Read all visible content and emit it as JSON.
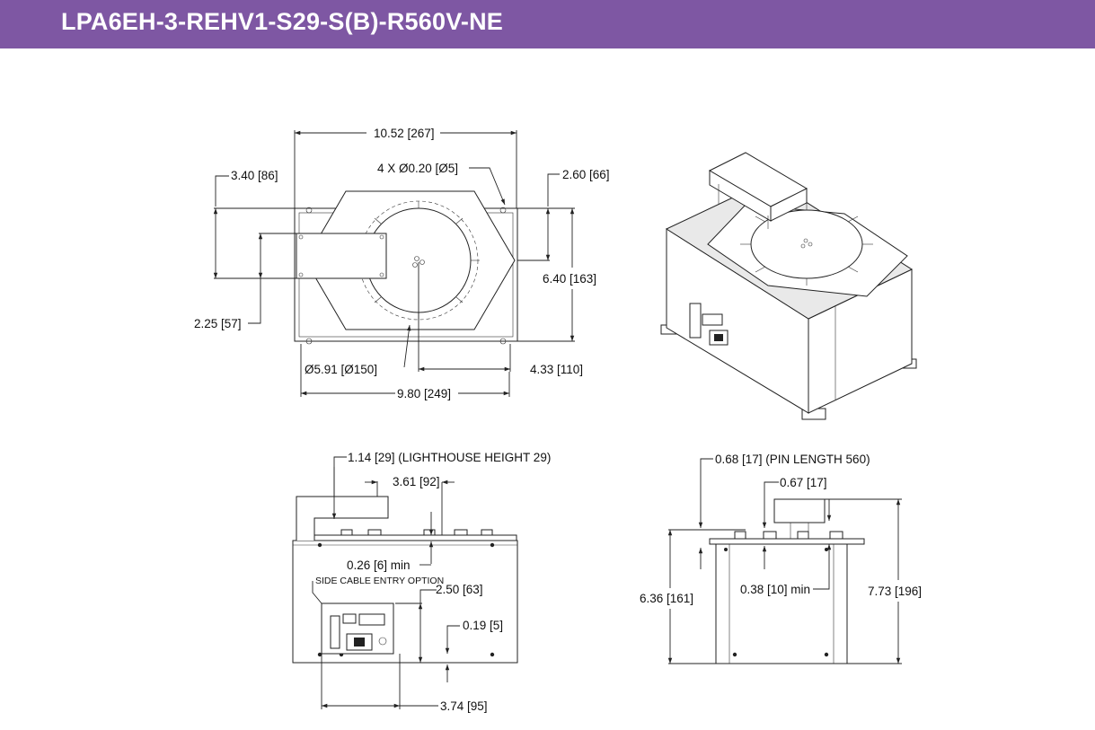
{
  "header": {
    "title": "LPA6EH-3-REHV1-S29-S(B)-R560V-NE",
    "band_color": "#7e57a3"
  },
  "top_view": {
    "width": "10.52 [267]",
    "holes": "4 X Ø0.20 [Ø5]",
    "left_offset": "3.40 [86]",
    "right_offset": "2.60 [66]",
    "depth": "6.40 [163]",
    "lighthouse_width": "2.25 [57]",
    "disc": "Ø5.91 [Ø150]",
    "center_offset": "4.33 [110]",
    "base_width": "9.80 [249]"
  },
  "front_view": {
    "lighthouse_height": "1.14 [29] (LIGHTHOUSE HEIGHT 29)",
    "pin_spacing": "3.61 [92]",
    "min_gap": "0.26 [6] min",
    "side_cable_label": "SIDE CABLE ENTRY OPTION",
    "connector_height": "2.50 [63]",
    "connector_bottom": "0.19 [5]",
    "connector_offset": "3.74 [95]"
  },
  "side_view": {
    "pin_length": "0.68 [17] (PIN LENGTH 560)",
    "pin_offset": "0.67 [17]",
    "body_height": "6.36 [161]",
    "min_gap": "0.38 [10] min",
    "total_height": "7.73 [196]"
  }
}
